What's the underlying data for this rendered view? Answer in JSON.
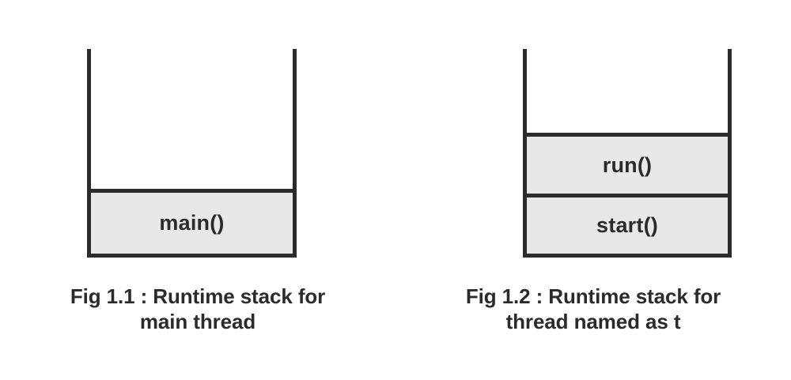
{
  "document": {
    "title": "Runtime stack diagrams",
    "background_color": "#ffffff",
    "stroke_color": "#2b2b2b",
    "frame_fill_color": "#e8e8e8",
    "text_color": "#2b2b2b"
  },
  "figures": [
    {
      "id": "fig-1-1",
      "frames": [
        {
          "label": "main()"
        }
      ],
      "caption": {
        "line1": "Fig 1.1 : Runtime stack for",
        "line2": "main thread"
      }
    },
    {
      "id": "fig-1-2",
      "frames": [
        {
          "label": "run()"
        },
        {
          "label": "start()"
        }
      ],
      "caption": {
        "line1": "Fig 1.2 : Runtime stack for",
        "line2": "thread named as t"
      }
    }
  ]
}
